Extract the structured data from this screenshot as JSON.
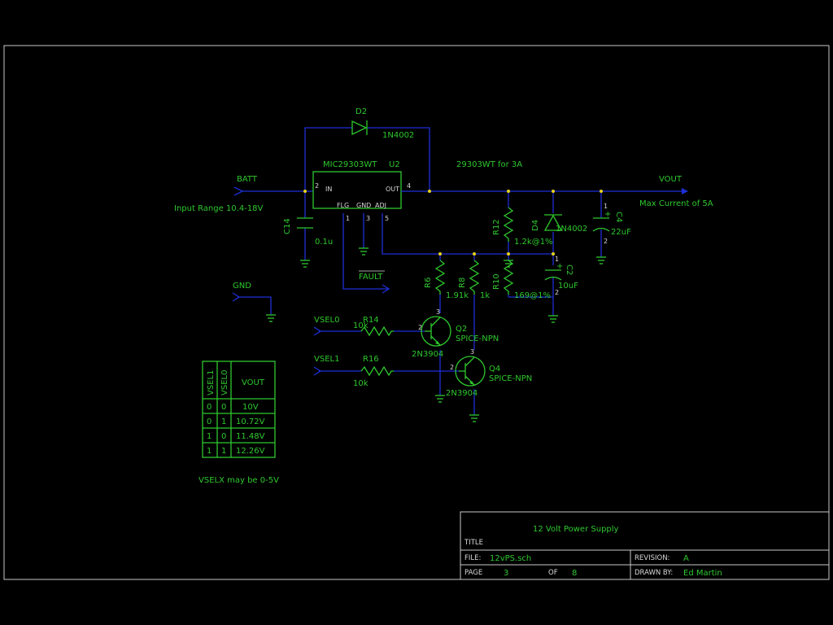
{
  "colors": {
    "background": "#000000",
    "wire": "#1e2fd6",
    "component": "#2ec82e",
    "frame": "#c8c8c8",
    "junction": "#e6d21e"
  },
  "ports": {
    "batt": "BATT",
    "vout": "VOUT",
    "gnd": "GND",
    "vsel0": "VSEL0",
    "vsel1": "VSEL1",
    "fault": "FAULT"
  },
  "notes": {
    "input_range": "Input Range 10.4-18V",
    "max_current": "Max Current of 5A",
    "variant": "29303WT for 3A",
    "vsel": "VSELX may be 0-5V"
  },
  "regulator": {
    "part": "MIC29303WT",
    "ref": "U2",
    "pin_in": "IN",
    "pin_out": "OUT",
    "pin_flg": "FLG",
    "pin_gnd": "GND",
    "pin_adj": "ADJ",
    "num_in": "2",
    "num_out": "4",
    "num_flg": "1",
    "num_gnd": "3",
    "num_adj": "5"
  },
  "components": {
    "d2": {
      "ref": "D2",
      "value": "1N4002"
    },
    "d4": {
      "ref": "D4",
      "value": "1N4002"
    },
    "c14": {
      "ref": "C14",
      "value": "0.1u"
    },
    "c4": {
      "ref": "C4",
      "value": "22uF",
      "plus": "+",
      "p1": "1",
      "p2": "2"
    },
    "c2": {
      "ref": "C2",
      "value": "10uF",
      "plus": "+",
      "p1": "1",
      "p2": "2"
    },
    "r12": {
      "ref": "R12",
      "value": "1.2k@1%"
    },
    "r6": {
      "ref": "R6",
      "value": "1.91k"
    },
    "r8": {
      "ref": "R8",
      "value": "1k"
    },
    "r10": {
      "ref": "R10",
      "value": "169@1%"
    },
    "r14": {
      "ref": "R14",
      "value": "10k"
    },
    "r16": {
      "ref": "R16",
      "value": "10k"
    },
    "q2": {
      "ref": "Q2",
      "model": "SPICE-NPN",
      "part": "2N3904",
      "pb": "2",
      "pc": "3"
    },
    "q4": {
      "ref": "Q4",
      "model": "SPICE-NPN",
      "part": "2N3904",
      "pb": "2",
      "pc": "3"
    }
  },
  "table": {
    "headers": [
      "VSEL1",
      "VSEL0",
      "VOUT"
    ],
    "rows": [
      [
        "0",
        "0",
        "10V"
      ],
      [
        "0",
        "1",
        "10.72V"
      ],
      [
        "1",
        "0",
        "11.48V"
      ],
      [
        "1",
        "1",
        "12.26V"
      ]
    ]
  },
  "title_block": {
    "title_label": "TITLE",
    "title": "12 Volt Power Supply",
    "file_label": "FILE:",
    "file": "12vPS.sch",
    "revision_label": "REVISION:",
    "revision": "A",
    "page_label": "PAGE",
    "page": "3",
    "of_label": "OF",
    "of": "8",
    "drawn_label": "DRAWN BY:",
    "drawn": "Ed Martin"
  }
}
